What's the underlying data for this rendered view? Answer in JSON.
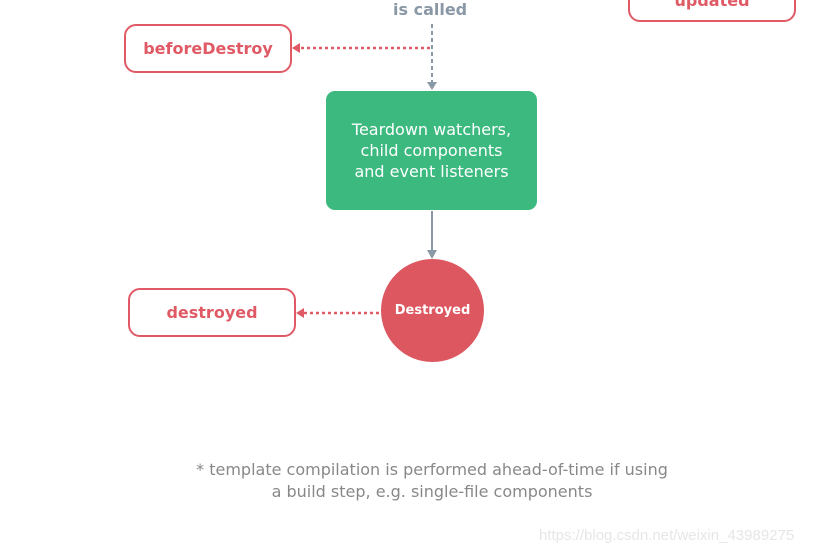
{
  "diagram": {
    "top_partial_label": "is called",
    "top_right_hook": "updated",
    "hooks": {
      "before_destroy": "beforeDestroy",
      "destroyed": "destroyed"
    },
    "teardown_box": "Teardown watchers, child components and event listeners",
    "destroyed_state": "Destroyed",
    "footnote_line1": "* template compilation is performed ahead-of-time if using",
    "footnote_line2": "a build step, e.g. single-file components",
    "watermark": "https://blog.csdn.net/weixin_43989275"
  },
  "colors": {
    "hook": "#e05a66",
    "green": "#3bb97f",
    "state": "#dd5760",
    "connector": "#8a98a6"
  }
}
